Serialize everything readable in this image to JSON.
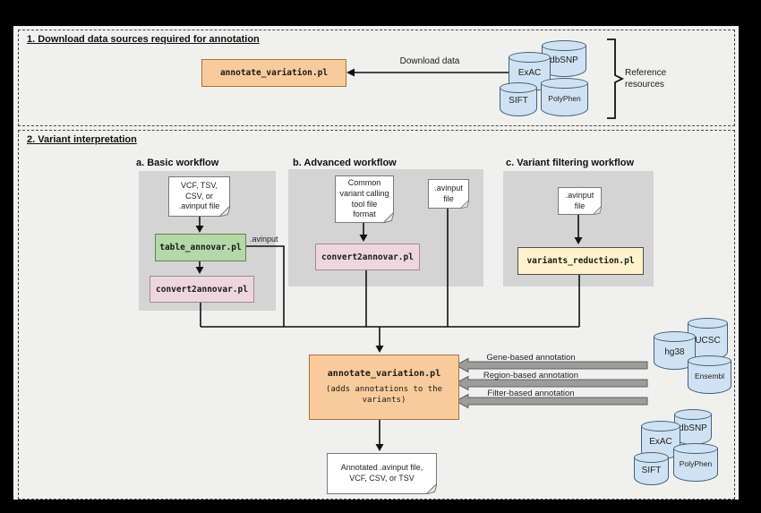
{
  "colors": {
    "tool_orange": "#f9cb9c",
    "tool_green": "#b6d7a8",
    "tool_pink": "#eed6de",
    "tool_yellow": "#fff2cc",
    "database_blue": "#cfe2f3",
    "workflow_gray": "#d4d4d4",
    "annotation_arrow_gray": "#9c9c9c"
  },
  "section1": {
    "title": "1. Download data sources required for annotation",
    "tool_label": "annotate_variation.pl",
    "download_arrow_label": "Download data",
    "bracket_label": "Reference resources",
    "databases": [
      {
        "label": "dbSNP"
      },
      {
        "label": "ExAC"
      },
      {
        "label": "PolyPhen"
      },
      {
        "label": "SIFT"
      }
    ]
  },
  "section2": {
    "title": "2. Variant interpretation",
    "basic": {
      "title": "a. Basic workflow",
      "input_doc": "VCF, TSV,\nCSV, or\n.avinput file",
      "table_annovar": "table_annovar.pl",
      "edge_label": ".avinput",
      "convert2annovar": "convert2annovar.pl"
    },
    "advanced": {
      "title": "b. Advanced workflow",
      "input_doc": "Common\nvariant calling\ntool file\nformat",
      "convert2annovar": "convert2annovar.pl",
      "avinput_doc": ".avinput\nfile"
    },
    "filtering": {
      "title": "c. Variant filtering workflow",
      "input_doc": ".avinput\nfile",
      "variants_reduction": "variants_reduction.pl"
    },
    "central_tool": {
      "title": "annotate_variation.pl",
      "subtitle": "(adds annotations to the\nvariants)"
    },
    "annotations": [
      {
        "label": "Gene-based annotation"
      },
      {
        "label": "Region-based annotation"
      },
      {
        "label": "Filter-based annotation"
      }
    ],
    "genome_dbs": [
      {
        "label": "UCSC"
      },
      {
        "label": "hg38"
      },
      {
        "label": "Ensembl"
      }
    ],
    "variant_dbs": [
      {
        "label": "dbSNP"
      },
      {
        "label": "ExAC"
      },
      {
        "label": "PolyPhen"
      },
      {
        "label": "SIFT"
      }
    ],
    "output_doc": "Annotated .avinput file,\nVCF, CSV, or TSV"
  }
}
